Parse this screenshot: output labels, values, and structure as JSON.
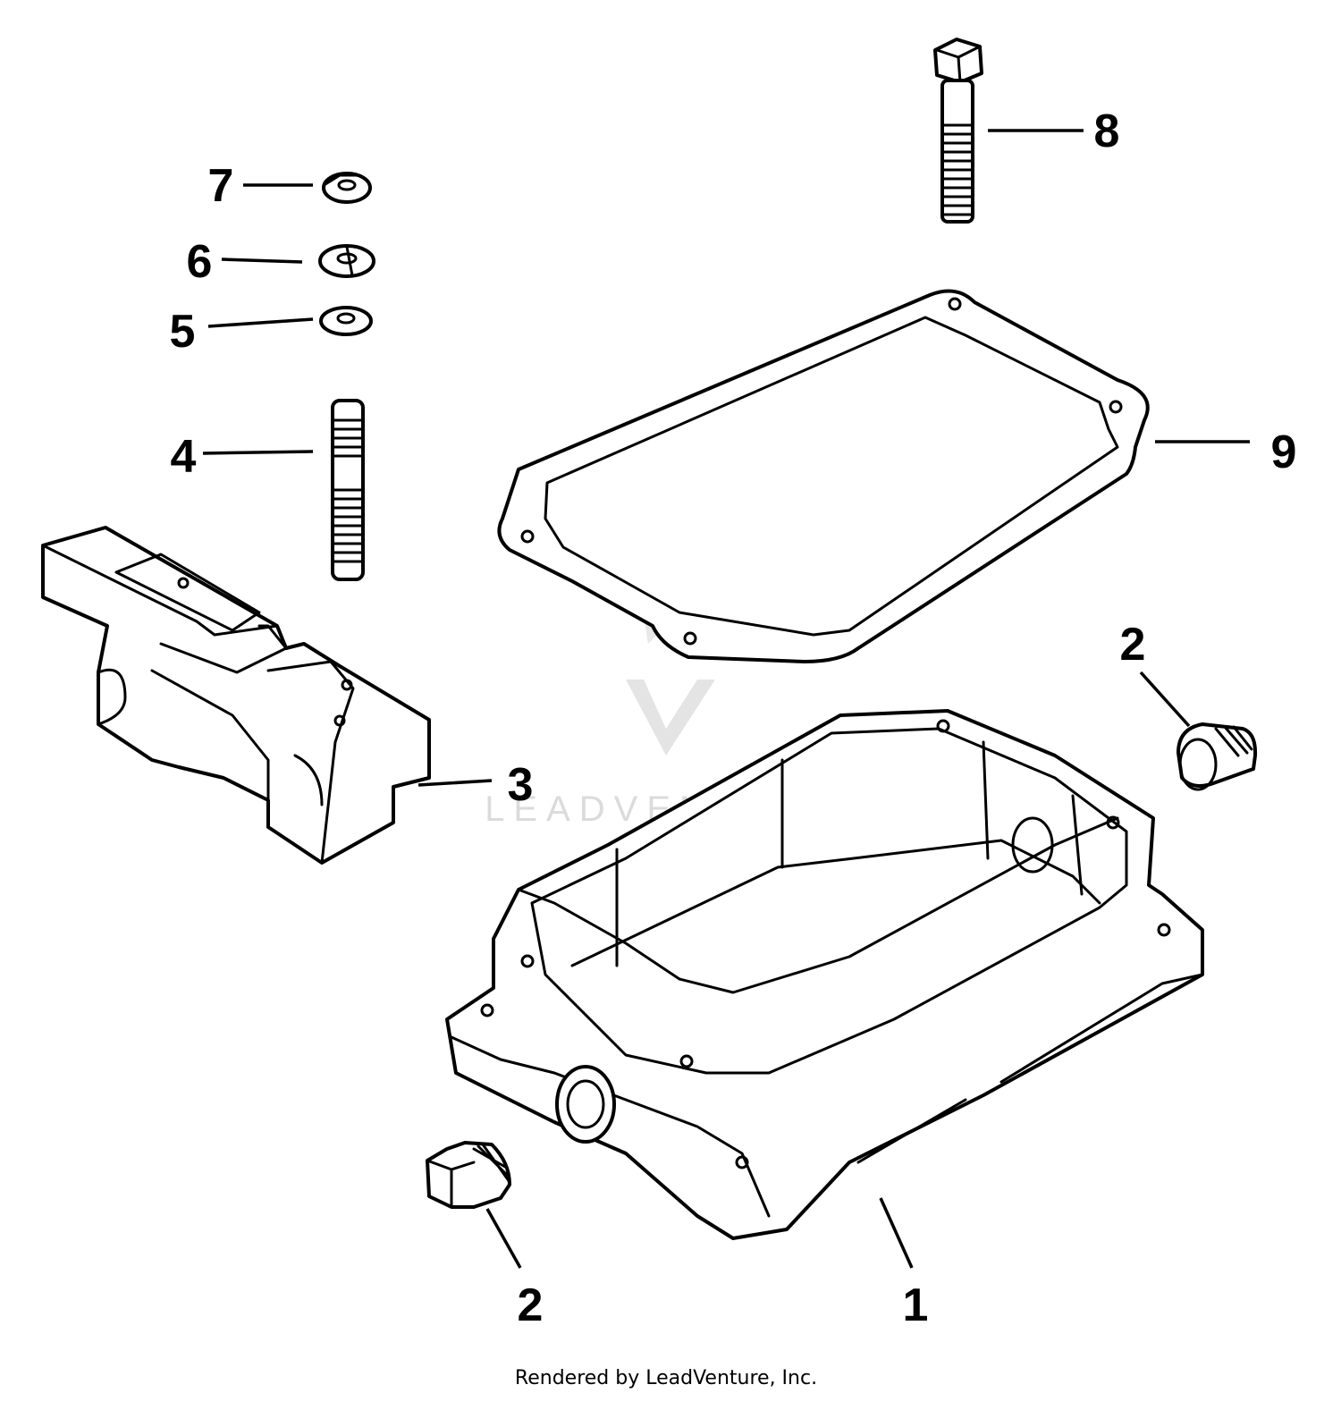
{
  "diagram": {
    "callouts": [
      {
        "id": "1",
        "label": "1"
      },
      {
        "id": "2a",
        "label": "2"
      },
      {
        "id": "2b",
        "label": "2"
      },
      {
        "id": "3",
        "label": "3"
      },
      {
        "id": "4",
        "label": "4"
      },
      {
        "id": "5",
        "label": "5"
      },
      {
        "id": "6",
        "label": "6"
      },
      {
        "id": "7",
        "label": "7"
      },
      {
        "id": "8",
        "label": "8"
      },
      {
        "id": "9",
        "label": "9"
      }
    ],
    "watermark": "LEADVENTURE",
    "footer": "Rendered by LeadVenture, Inc."
  },
  "colors": {
    "line": "#000000",
    "background": "#ffffff",
    "watermark": "#d8d8d8"
  }
}
